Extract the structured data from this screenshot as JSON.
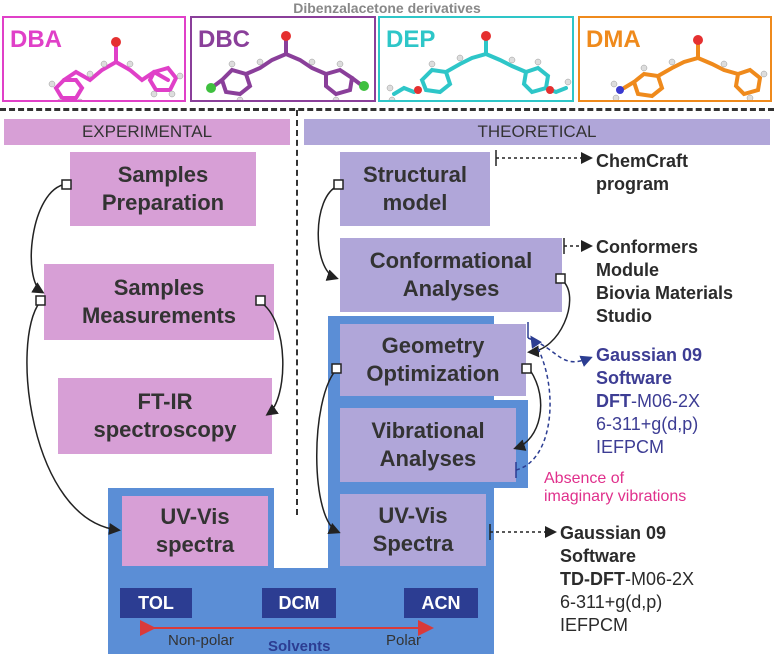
{
  "header_title": "Dibenzalacetone derivatives",
  "molecules": [
    {
      "label": "DBA",
      "color": "#e040c8"
    },
    {
      "label": "DBC",
      "color": "#8a3f9a"
    },
    {
      "label": "DEP",
      "color": "#2ec6c8"
    },
    {
      "label": "DMA",
      "color": "#ef8a1c"
    }
  ],
  "sections": {
    "experimental": "EXPERIMENTAL",
    "theoretical": "THEORETICAL"
  },
  "experimental_steps": {
    "samples_preparation": [
      "Samples",
      "Preparation"
    ],
    "samples_measurements": [
      "Samples",
      "Measurements"
    ],
    "ftir": [
      "FT-IR",
      "spectroscopy"
    ],
    "uvvis": [
      "UV-Vis",
      "spectra"
    ]
  },
  "theoretical_steps": {
    "structural_model": [
      "Structural",
      "model"
    ],
    "conformational": [
      "Conformational",
      "Analyses"
    ],
    "geometry": [
      "Geometry",
      "Optimization"
    ],
    "vibrational": [
      "Vibrational",
      "Analyses"
    ],
    "uvvis": [
      "UV-Vis",
      "Spectra"
    ]
  },
  "solvents": {
    "items": [
      "TOL",
      "DCM",
      "ACN"
    ],
    "label": "Solvents",
    "left": "Non-polar",
    "right": "Polar"
  },
  "software": {
    "chemcraft": [
      "ChemCraft",
      "program"
    ],
    "conformers": [
      "Conformers",
      "Module",
      "Biovia Materials",
      "Studio"
    ],
    "gaussian_opt": {
      "l1": "Gaussian 09",
      "l2": "Software",
      "l3_bold": "DFT",
      "l3_rest": "-M06-2X",
      "l4": "6-311+g(d,p)",
      "l5": "IEFPCM"
    },
    "absence": [
      "Absence of",
      "imaginary vibrations"
    ],
    "gaussian_td": {
      "l1": "Gaussian 09",
      "l2": "Software",
      "l3_bold": "TD-DFT",
      "l3_rest": "-M06-2X",
      "l4": "6-311+g(d,p)",
      "l5": "IEFPCM"
    }
  },
  "colors": {
    "experimental_box": "#d79fd6",
    "theoretical_box": "#b0a6d9",
    "solvent_panel": "#5b8ed6",
    "solvent_chip": "#2c3d92",
    "absence_text": "#e0308c",
    "arrow_red": "#d93a3a"
  }
}
